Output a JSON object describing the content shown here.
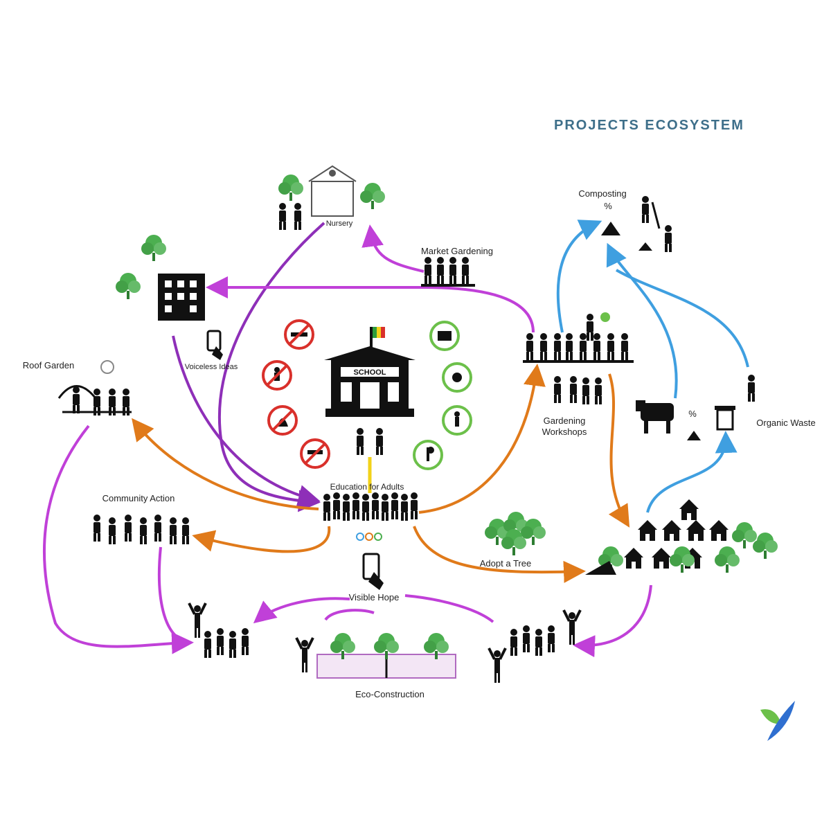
{
  "title": "PROJECTS ECOSYSTEM",
  "labels": {
    "school_sign": "SCHOOL",
    "market_gardening": "Market Gardening",
    "composting": "Composting",
    "roof_garden": "Roof Garden",
    "gardening_workshops": "Gardening Workshops",
    "organic_waste": "Organic Waste",
    "community_action": "Community Action",
    "education_adults": "Education for Adults",
    "adopt_tree": "Adopt a Tree",
    "voiceless_ideas": "Voiceless Ideas",
    "eco_construction": "Eco-Construction",
    "nursery": "Nursery",
    "visible_hope": "Visible Hope",
    "pct": "%"
  },
  "colors": {
    "purple": "#8e2fb8",
    "magenta": "#c040d8",
    "orange": "#e07a1a",
    "blue": "#3f9fe0",
    "yellow": "#f2d21a",
    "green": "#4caf50",
    "red": "#d9302b",
    "title": "#3e6f8a"
  },
  "icons": {
    "prohibited": [
      "no-smoking-icon",
      "no-littering-icon",
      "no-burning-icon",
      "no-weapons-icon"
    ],
    "allowed": [
      "recycle-bin-icon",
      "sun-icon",
      "walking-icon",
      "plant-icon"
    ]
  }
}
